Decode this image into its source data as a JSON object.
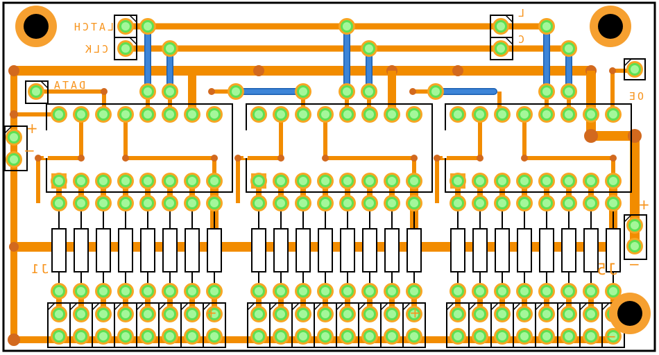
{
  "board": {
    "title": "74HC595 triple shift register LED driver PCB (bottom view)",
    "colors": {
      "trace": "#f28c00",
      "pad_ring": "#f6a623",
      "pad_green": "#5ee052",
      "pad_center": "#a4f79a",
      "jumper": "#3d85d8",
      "jumper_edge": "#1b5fb0",
      "silkscreen": "#000000",
      "label": "#f7941d",
      "mount_ring": "#f6a030",
      "mount_hole": "#000000",
      "via": "#d2691e"
    }
  },
  "labels": {
    "latch": "LATCH",
    "clk": "CLK",
    "data": "DATA",
    "latch_out": "L",
    "clk_out": "C",
    "output_enable": "OE",
    "power_in_plus": "+",
    "power_in_minus": "−",
    "power_out_plus": "+",
    "power_out_minus": "−",
    "led_plus_1": "+",
    "led_plus_2": "+",
    "led_plus_3": "+",
    "led_minus": "−",
    "ref_j1": "J1",
    "ref_j5": "J5"
  },
  "connectors": [
    {
      "name": "latch-in-header",
      "pins": 1
    },
    {
      "name": "clk-in-header",
      "pins": 1
    },
    {
      "name": "data-in-header",
      "pins": 1
    },
    {
      "name": "latch-out-header",
      "pins": 1
    },
    {
      "name": "clk-out-header",
      "pins": 1
    },
    {
      "name": "oe-header",
      "pins": 1
    },
    {
      "name": "power-in-header",
      "pins": 2
    },
    {
      "name": "power-out-header",
      "pins": 2
    }
  ],
  "ics": [
    {
      "name": "shift-register-1",
      "pins": 16
    },
    {
      "name": "shift-register-2",
      "pins": 16
    },
    {
      "name": "shift-register-3",
      "pins": 16
    }
  ],
  "resistor_banks": [
    {
      "name": "resistor-bank-1",
      "count": 8
    },
    {
      "name": "resistor-bank-2",
      "count": 8
    },
    {
      "name": "resistor-bank-3",
      "count": 8
    }
  ],
  "led_headers": [
    {
      "name": "led-header-bank-1",
      "count": 8
    },
    {
      "name": "led-header-bank-2",
      "count": 8
    },
    {
      "name": "led-header-bank-3",
      "count": 8
    }
  ],
  "mounting_holes": 3,
  "jumpers": 8
}
